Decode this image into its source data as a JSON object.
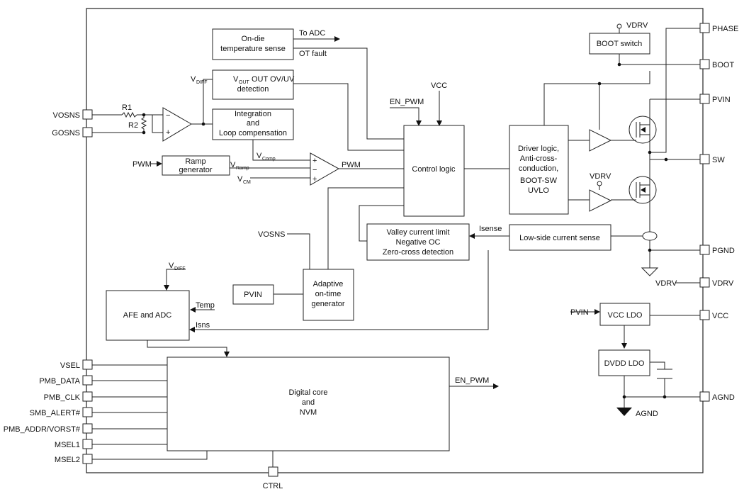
{
  "blocks": {
    "temp_sense": [
      "On-die",
      "temperature sense"
    ],
    "ovuv": [
      "OUT OV/UV",
      "detection"
    ],
    "integration": [
      "Integration",
      "and",
      "Loop compensation"
    ],
    "ramp": [
      "Ramp",
      "generator"
    ],
    "control": "Control logic",
    "driver": [
      "Driver logic,",
      "Anti-cross-",
      "conduction,",
      "BOOT-SW",
      "UVLO"
    ],
    "boot_switch": "BOOT switch",
    "valley": [
      "Valley current limit",
      "Negative OC",
      "Zero-cross detection"
    ],
    "lowside": "Low-side current sense",
    "adaptive": [
      "Adaptive",
      "on-time",
      "generator"
    ],
    "pvin_box": "PVIN",
    "afe": "AFE and ADC",
    "digital": [
      "Digital core",
      "and",
      "NVM"
    ],
    "vcc_ldo": "VCC LDO",
    "dvdd_ldo": "DVDD LDO"
  },
  "signals": {
    "to_adc": "To ADC",
    "ot_fault": "OT fault",
    "vdiff_v": "V",
    "vdiff_sub": "DIFF",
    "vout_v": "V",
    "vout_sub": "OUT",
    "en_pwm_in": "EN_PWM",
    "vcc_in": "VCC",
    "r1": "R1",
    "r2": "R2",
    "pwm_in": "PWM",
    "vcomp_v": "V",
    "vcomp_sub": "Comp",
    "vramp_v": "V",
    "vramp_sub": "Ramp",
    "vcm_v": "V",
    "vcm_sub": "CM",
    "pwm_out": "PWM",
    "vdrv_top": "VDRV",
    "vdrv_mid": "VDRV",
    "vdrv_right": "VDRV",
    "isense": "Isense",
    "vosns_in": "VOSNS",
    "temp": "Temp",
    "isns": "Isns",
    "en_pwm_out": "EN_PWM",
    "pvin_ldo": "PVIN",
    "agnd_sym": "AGND"
  },
  "pins": {
    "left": [
      "VOSNS",
      "GOSNS",
      "VSEL",
      "PMB_DATA",
      "PMB_CLK",
      "SMB_ALERT#",
      "PMB_ADDR/VORST#",
      "MSEL1",
      "MSEL2"
    ],
    "right": [
      "PHASE",
      "BOOT",
      "PVIN",
      "SW",
      "PGND",
      "VDRV",
      "VCC",
      "AGND"
    ],
    "bottom": "CTRL"
  },
  "comparator_signs": {
    "plus": "+",
    "minus": "−"
  }
}
